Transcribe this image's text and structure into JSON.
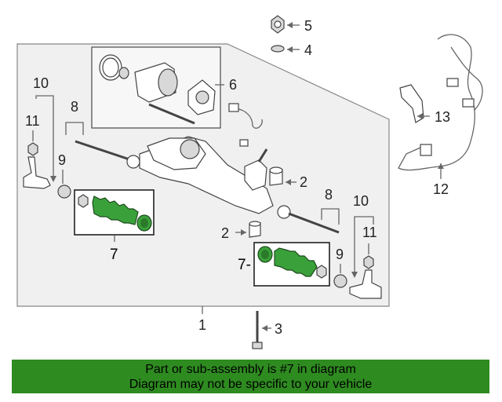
{
  "callouts": {
    "c1": "1",
    "c2a": "2",
    "c2b": "2",
    "c3": "3",
    "c4": "4",
    "c5": "5",
    "c6": "6",
    "c7a": "7",
    "c7b": "7-",
    "c8a": "8",
    "c8b": "8",
    "c9a": "9",
    "c9b": "9",
    "c10a": "10",
    "c10b": "10",
    "c11a": "11",
    "c11b": "11",
    "c12": "12",
    "c13": "13"
  },
  "footer": {
    "line1": "Part or sub-assembly is #7 in diagram",
    "line2": "Diagram may not be specific to your vehicle"
  },
  "colors": {
    "footer_bg": "#2e8b20",
    "boot": "#3aa13a"
  }
}
